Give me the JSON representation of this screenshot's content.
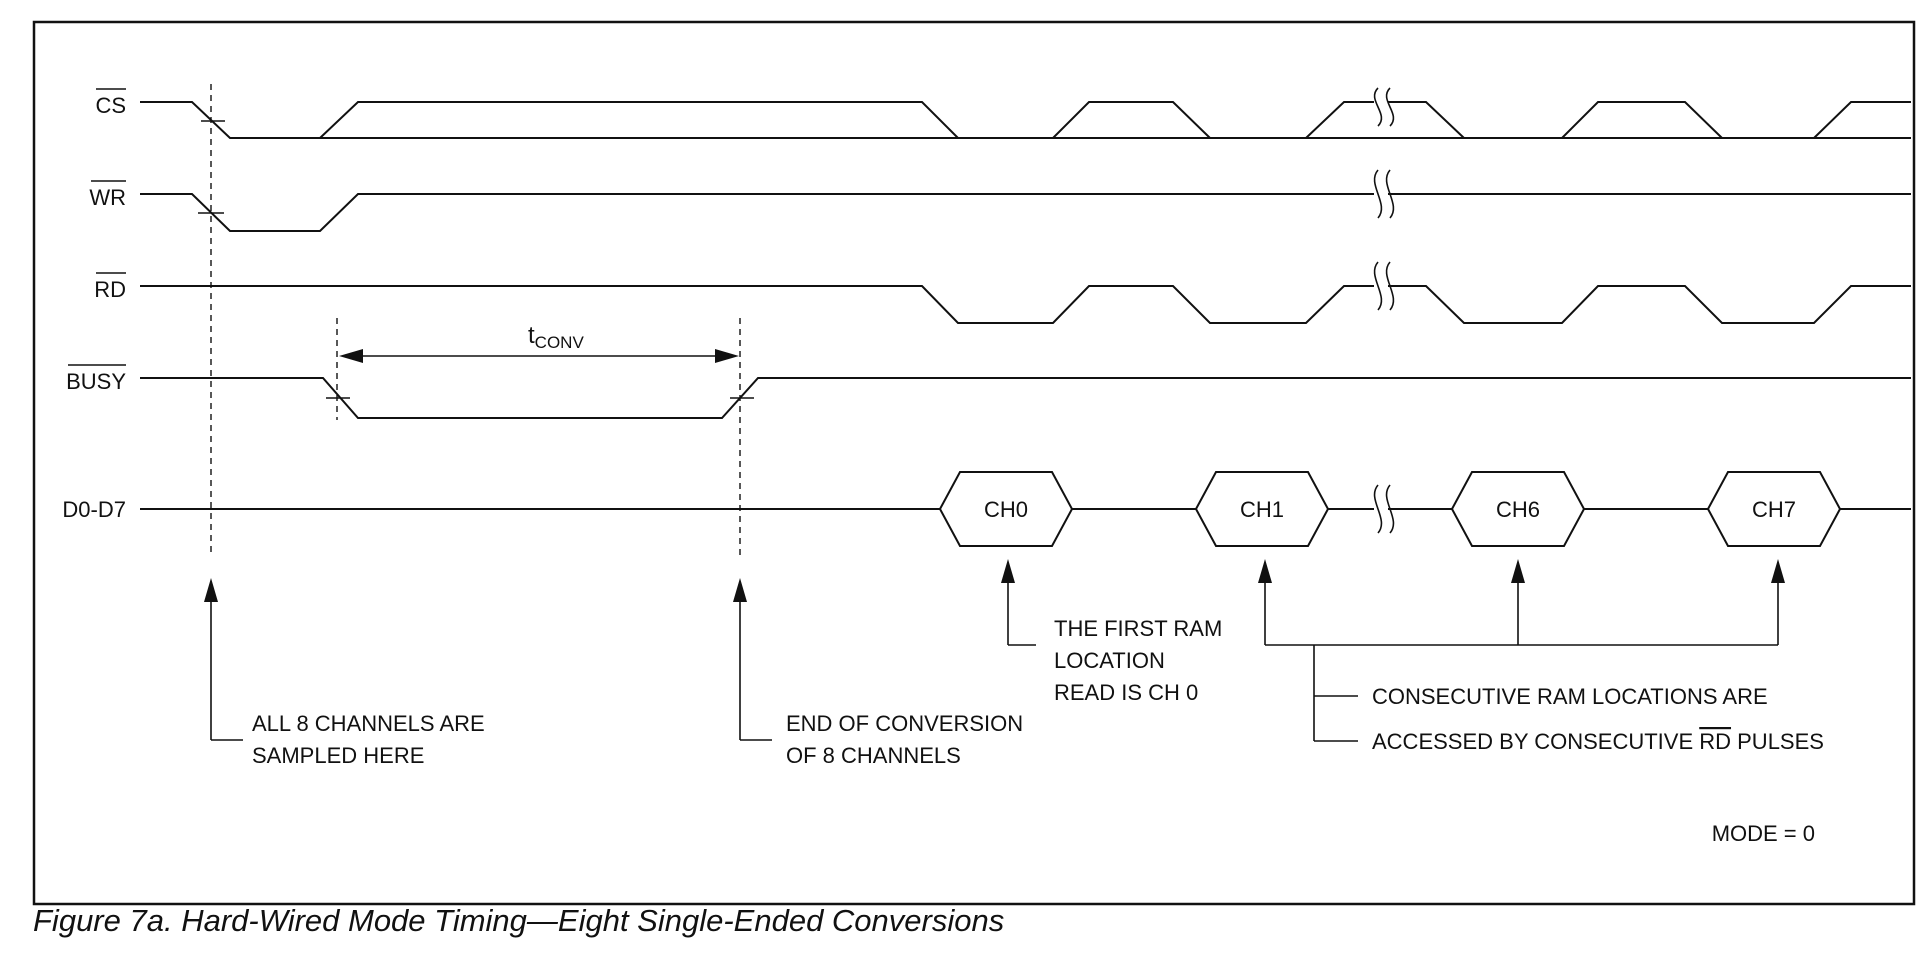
{
  "signals": {
    "cs": "CS",
    "wr": "WR",
    "rd": "RD",
    "busy": "BUSY",
    "data": "D0-D7"
  },
  "tconv": {
    "main": "t",
    "sub": "CONV"
  },
  "data_cells": [
    "CH0",
    "CH1",
    "CH6",
    "CH7"
  ],
  "annotations": {
    "sampled": [
      "ALL 8 CHANNELS ARE",
      "SAMPLED HERE"
    ],
    "end_conversion": [
      "END OF CONVERSION",
      "OF 8 CHANNELS"
    ],
    "first_ram": [
      "THE FIRST RAM",
      "LOCATION",
      "READ IS CH 0"
    ],
    "consecutive_1": "CONSECUTIVE RAM LOCATIONS ARE",
    "consecutive_2_prefix": "ACCESSED BY CONSECUTIVE ",
    "consecutive_2_overline": "RD",
    "consecutive_2_suffix": " PULSES"
  },
  "mode": "MODE = 0",
  "caption": "Figure 7a. Hard-Wired Mode Timing—Eight Single-Ended Conversions"
}
